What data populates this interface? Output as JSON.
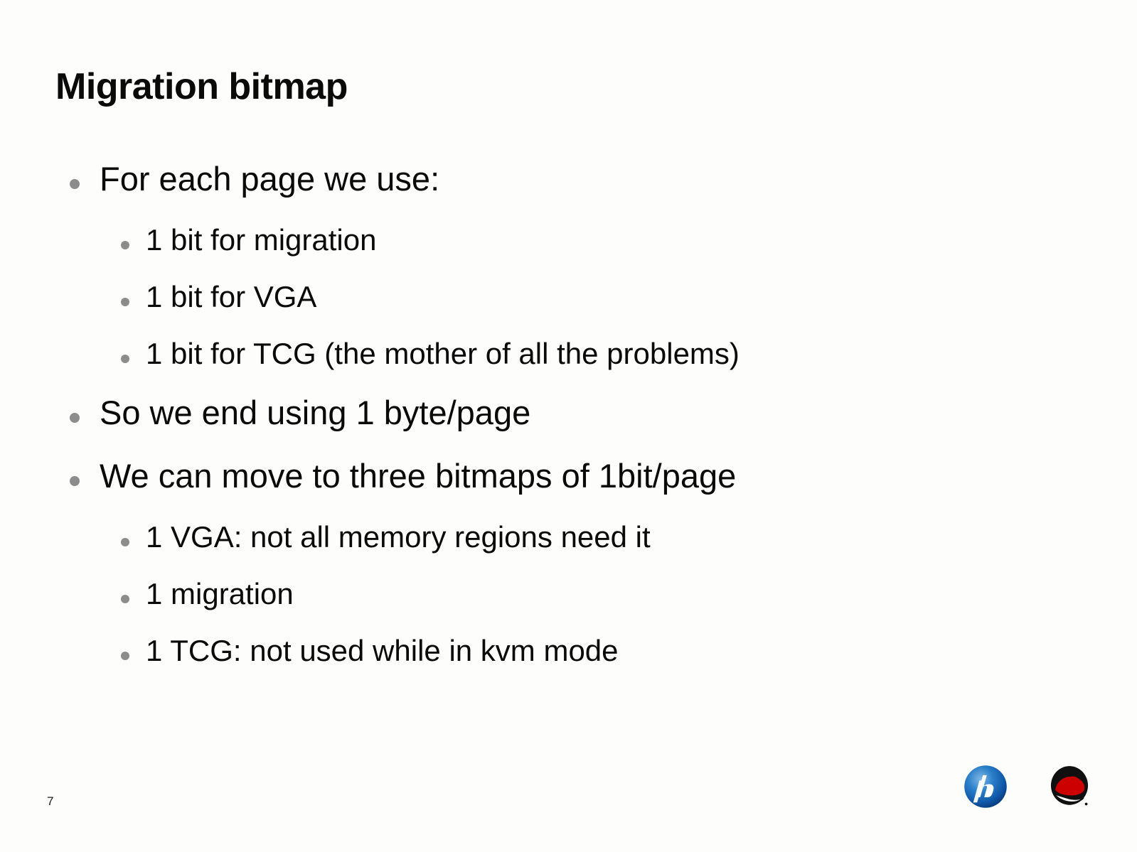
{
  "slide": {
    "title": "Migration bitmap",
    "page_number": "7",
    "background_color": "#fdfdfb",
    "text_color": "#0a0a0a",
    "bullet_color": "#8c8c8c",
    "items": [
      {
        "level": 1,
        "text": "For each page we use:"
      },
      {
        "level": 2,
        "text": "1 bit for migration"
      },
      {
        "level": 2,
        "text": "1 bit for VGA"
      },
      {
        "level": 2,
        "text": "1 bit for TCG (the mother of all the problems)"
      },
      {
        "level": 1,
        "text": "So we end using 1 byte/page"
      },
      {
        "level": 1,
        "text": "We can move to three bitmaps of 1bit/page"
      },
      {
        "level": 2,
        "text": "1 VGA: not all memory regions need it"
      },
      {
        "level": 2,
        "text": "1 migration"
      },
      {
        "level": 2,
        "text": "1 TCG: not used while in kvm mode"
      }
    ]
  },
  "logos": [
    {
      "name": "hp-logo",
      "label": "hp",
      "color": "#1464b4"
    },
    {
      "name": "red-hat-logo",
      "label": "Red Hat",
      "color": "#cc0000"
    }
  ]
}
